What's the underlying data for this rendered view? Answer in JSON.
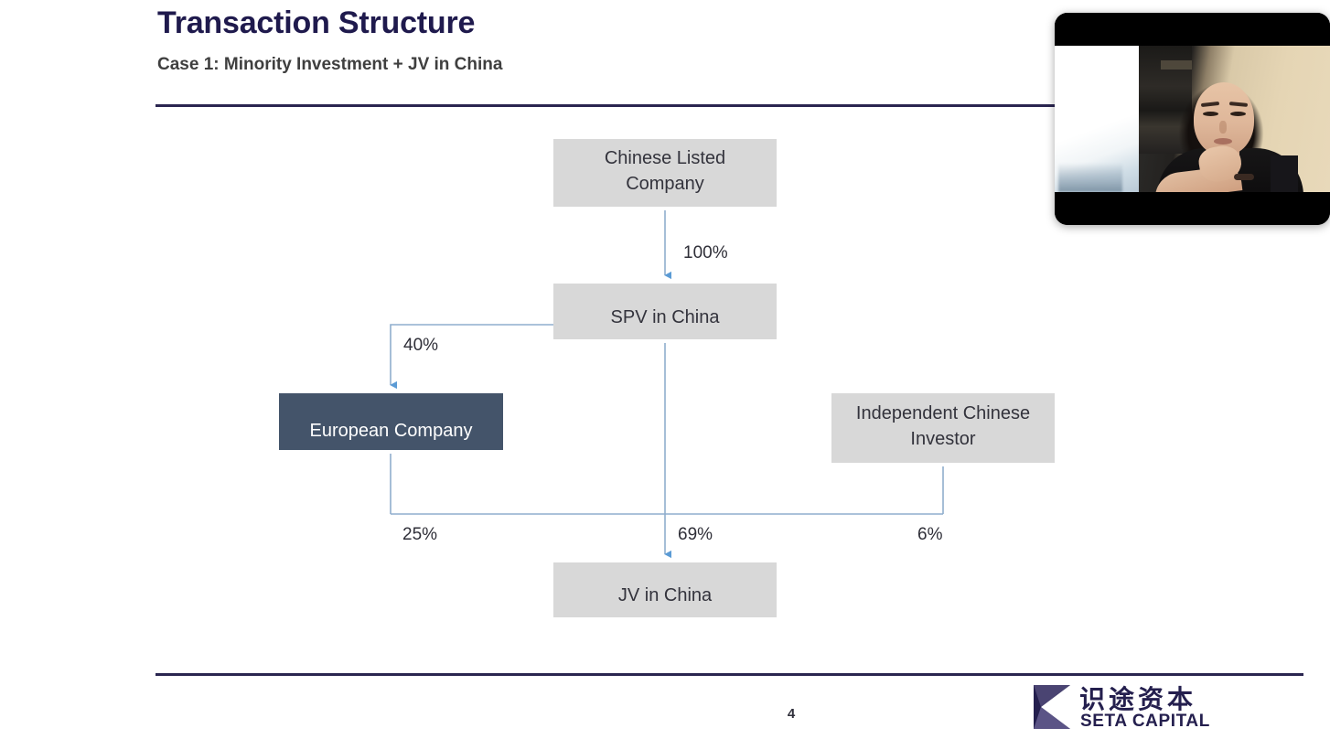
{
  "slide": {
    "title": "Transaction Structure",
    "subtitle": "Case 1: Minority Investment + JV in China",
    "page_number": "4",
    "colors": {
      "title": "#1f1a4d",
      "rule": "#2a2550",
      "node_gray_fill": "#d8d8d8",
      "node_dark_fill": "#44546a",
      "connector": "#8faecd"
    }
  },
  "chart_data": {
    "type": "diagram",
    "title": "Transaction Structure",
    "subtitle": "Case 1: Minority Investment + JV in China",
    "nodes": [
      {
        "id": "chinese_listed",
        "label": "Chinese Listed\nCompany",
        "style": "gray"
      },
      {
        "id": "spv",
        "label": "SPV in China",
        "style": "gray"
      },
      {
        "id": "european",
        "label": "European Company",
        "style": "dark"
      },
      {
        "id": "investor",
        "label": "Independent Chinese\nInvestor",
        "style": "gray"
      },
      {
        "id": "jv",
        "label": "JV in China",
        "style": "gray"
      }
    ],
    "edges": [
      {
        "from": "chinese_listed",
        "to": "spv",
        "label": "100%"
      },
      {
        "from": "spv",
        "to": "european",
        "label": "40%"
      },
      {
        "from": "european",
        "to": "jv",
        "label": "25%"
      },
      {
        "from": "spv",
        "to": "jv",
        "label": "69%"
      },
      {
        "from": "investor",
        "to": "jv",
        "label": "6%"
      }
    ]
  },
  "nodes": {
    "chinese_listed_line1": "Chinese Listed",
    "chinese_listed_line2": "Company",
    "spv": "SPV in China",
    "european": "European Company",
    "investor_line1": "Independent Chinese",
    "investor_line2": "Investor",
    "jv": "JV in China"
  },
  "percentages": {
    "listed_to_spv": "100%",
    "spv_to_european": "40%",
    "european_to_jv": "25%",
    "spv_to_jv": "69%",
    "investor_to_jv": "6%"
  },
  "logo": {
    "chinese": "识途资本",
    "english": "SETA CAPITAL"
  },
  "video": {
    "label": "presenter-webcam"
  }
}
